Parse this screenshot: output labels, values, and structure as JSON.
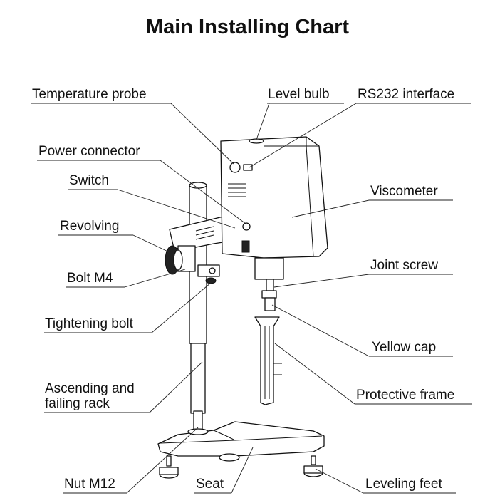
{
  "title": "Main Installing Chart",
  "labels": {
    "temperature_probe": "Temperature probe",
    "level_bulb": "Level bulb",
    "rs232_interface": "RS232 interface",
    "power_connector": "Power connector",
    "switch": "Switch",
    "viscometer": "Viscometer",
    "revolving": "Revolving",
    "joint_screw": "Joint screw",
    "bolt_m4": "Bolt M4",
    "tightening_bolt": "Tightening bolt",
    "yellow_cap": "Yellow cap",
    "ascending_line1": "Ascending and",
    "ascending_line2": "failing rack",
    "protective_frame": "Protective frame",
    "nut_m12": "Nut M12",
    "seat": "Seat",
    "leveling_feet": "Leveling feet"
  }
}
